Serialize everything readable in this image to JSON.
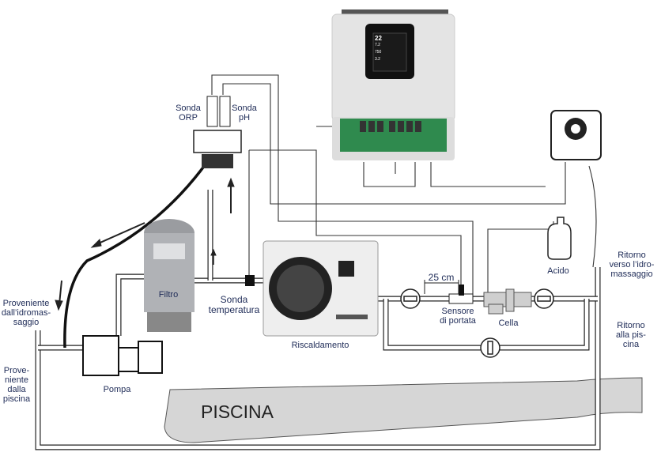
{
  "labels": {
    "sonda_orp": "Sonda\nORP",
    "sonda_ph": "Sonda\npH",
    "filtro": "Filtro",
    "sonda_temperatura": "Sonda\ntemperatura",
    "riscaldamento": "Riscaldamento",
    "distance": "25 cm",
    "sensore_portata": "Sensore\ndi portata",
    "cella": "Cella",
    "acido": "Acido",
    "ritorno_idromassaggio": "Ritorno\nverso l’idro-\nmassaggio",
    "ritorno_piscina": "Ritorno\nalla pis-\ncina",
    "proveniente_idromassaggio": "Proveniente\ndall’idromas-\nsaggio",
    "proveniente_piscina": "Prove-\nniente\ndalla\npiscina",
    "pompa": "Pompa",
    "piscina": "PISCINA"
  },
  "controller_screen": {
    "temperature": "22",
    "ph": "7.2",
    "orp": "750",
    "salt": "3.2"
  },
  "colors": {
    "label_text": "#1e2b57",
    "pool_fill": "#d6d6d6",
    "controller_body": "#e4e4e4",
    "pcb": "#2f8a4e"
  }
}
